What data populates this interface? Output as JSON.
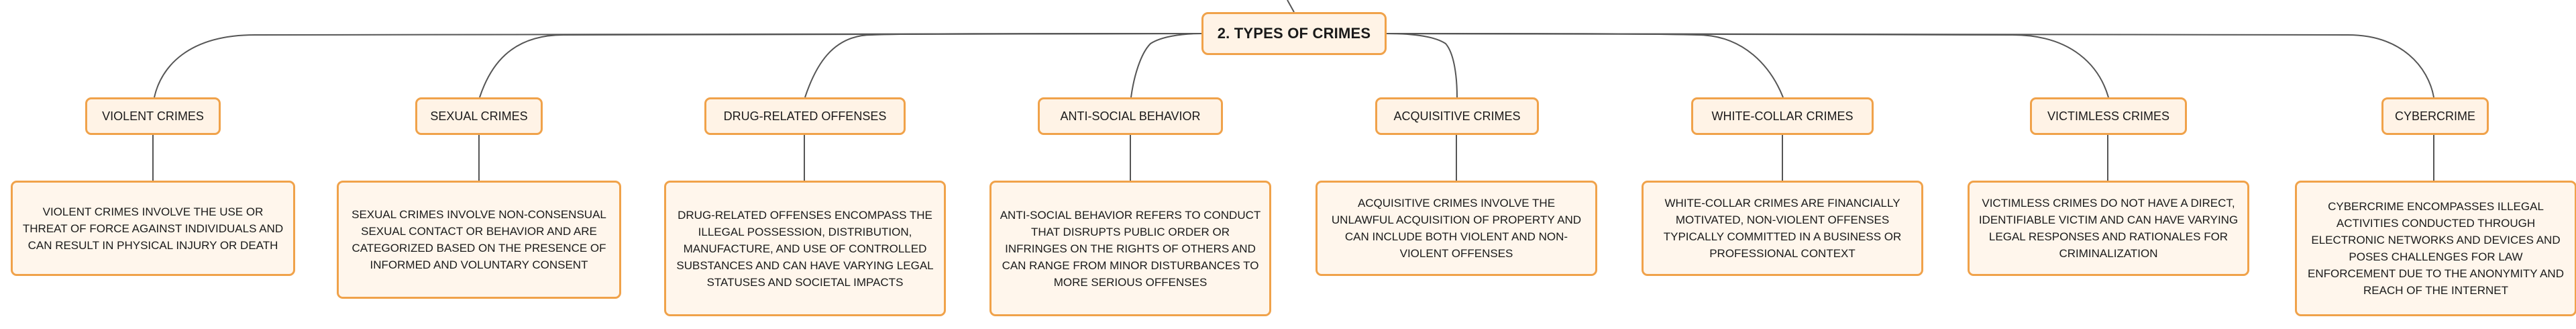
{
  "root": {
    "label": "2. TYPES OF CRIMES"
  },
  "categories": [
    {
      "label": "VIOLENT CRIMES",
      "description": "VIOLENT CRIMES INVOLVE THE USE OR THREAT OF FORCE AGAINST INDIVIDUALS AND CAN RESULT IN PHYSICAL INJURY OR DEATH"
    },
    {
      "label": "SEXUAL CRIMES",
      "description": "SEXUAL CRIMES INVOLVE NON-CONSENSUAL SEXUAL CONTACT OR BEHAVIOR AND ARE CATEGORIZED BASED ON THE PRESENCE OF INFORMED AND VOLUNTARY CONSENT"
    },
    {
      "label": "DRUG-RELATED OFFENSES",
      "description": "DRUG-RELATED OFFENSES ENCOMPASS THE ILLEGAL POSSESSION, DISTRIBUTION, MANUFACTURE, AND USE OF CONTROLLED SUBSTANCES AND CAN HAVE VARYING LEGAL STATUSES AND SOCIETAL IMPACTS"
    },
    {
      "label": "ANTI-SOCIAL BEHAVIOR",
      "description": "ANTI-SOCIAL BEHAVIOR REFERS TO CONDUCT THAT DISRUPTS PUBLIC ORDER OR INFRINGES ON THE RIGHTS OF OTHERS AND CAN RANGE FROM MINOR DISTURBANCES TO MORE SERIOUS OFFENSES"
    },
    {
      "label": "ACQUISITIVE CRIMES",
      "description": "ACQUISITIVE CRIMES INVOLVE THE UNLAWFUL ACQUISITION OF PROPERTY AND CAN INCLUDE BOTH VIOLENT AND NON-VIOLENT OFFENSES"
    },
    {
      "label": "WHITE-COLLAR CRIMES",
      "description": "WHITE-COLLAR CRIMES ARE FINANCIALLY MOTIVATED, NON-VIOLENT OFFENSES TYPICALLY COMMITTED IN A BUSINESS OR PROFESSIONAL CONTEXT"
    },
    {
      "label": "VICTIMLESS CRIMES",
      "description": "VICTIMLESS CRIMES DO NOT HAVE A DIRECT, IDENTIFIABLE VICTIM AND CAN HAVE VARYING LEGAL RESPONSES AND RATIONALES FOR CRIMINALIZATION"
    },
    {
      "label": "CYBERCRIME",
      "description": "CYBERCRIME ENCOMPASSES ILLEGAL ACTIVITIES CONDUCTED THROUGH ELECTRONIC NETWORKS AND DEVICES AND POSES CHALLENGES FOR LAW ENFORCEMENT DUE TO THE ANONYMITY AND REACH OF THE INTERNET"
    }
  ],
  "colors": {
    "node_border": "#f0a24a",
    "node_fill": "#fff3e6",
    "connector": "#555555"
  }
}
